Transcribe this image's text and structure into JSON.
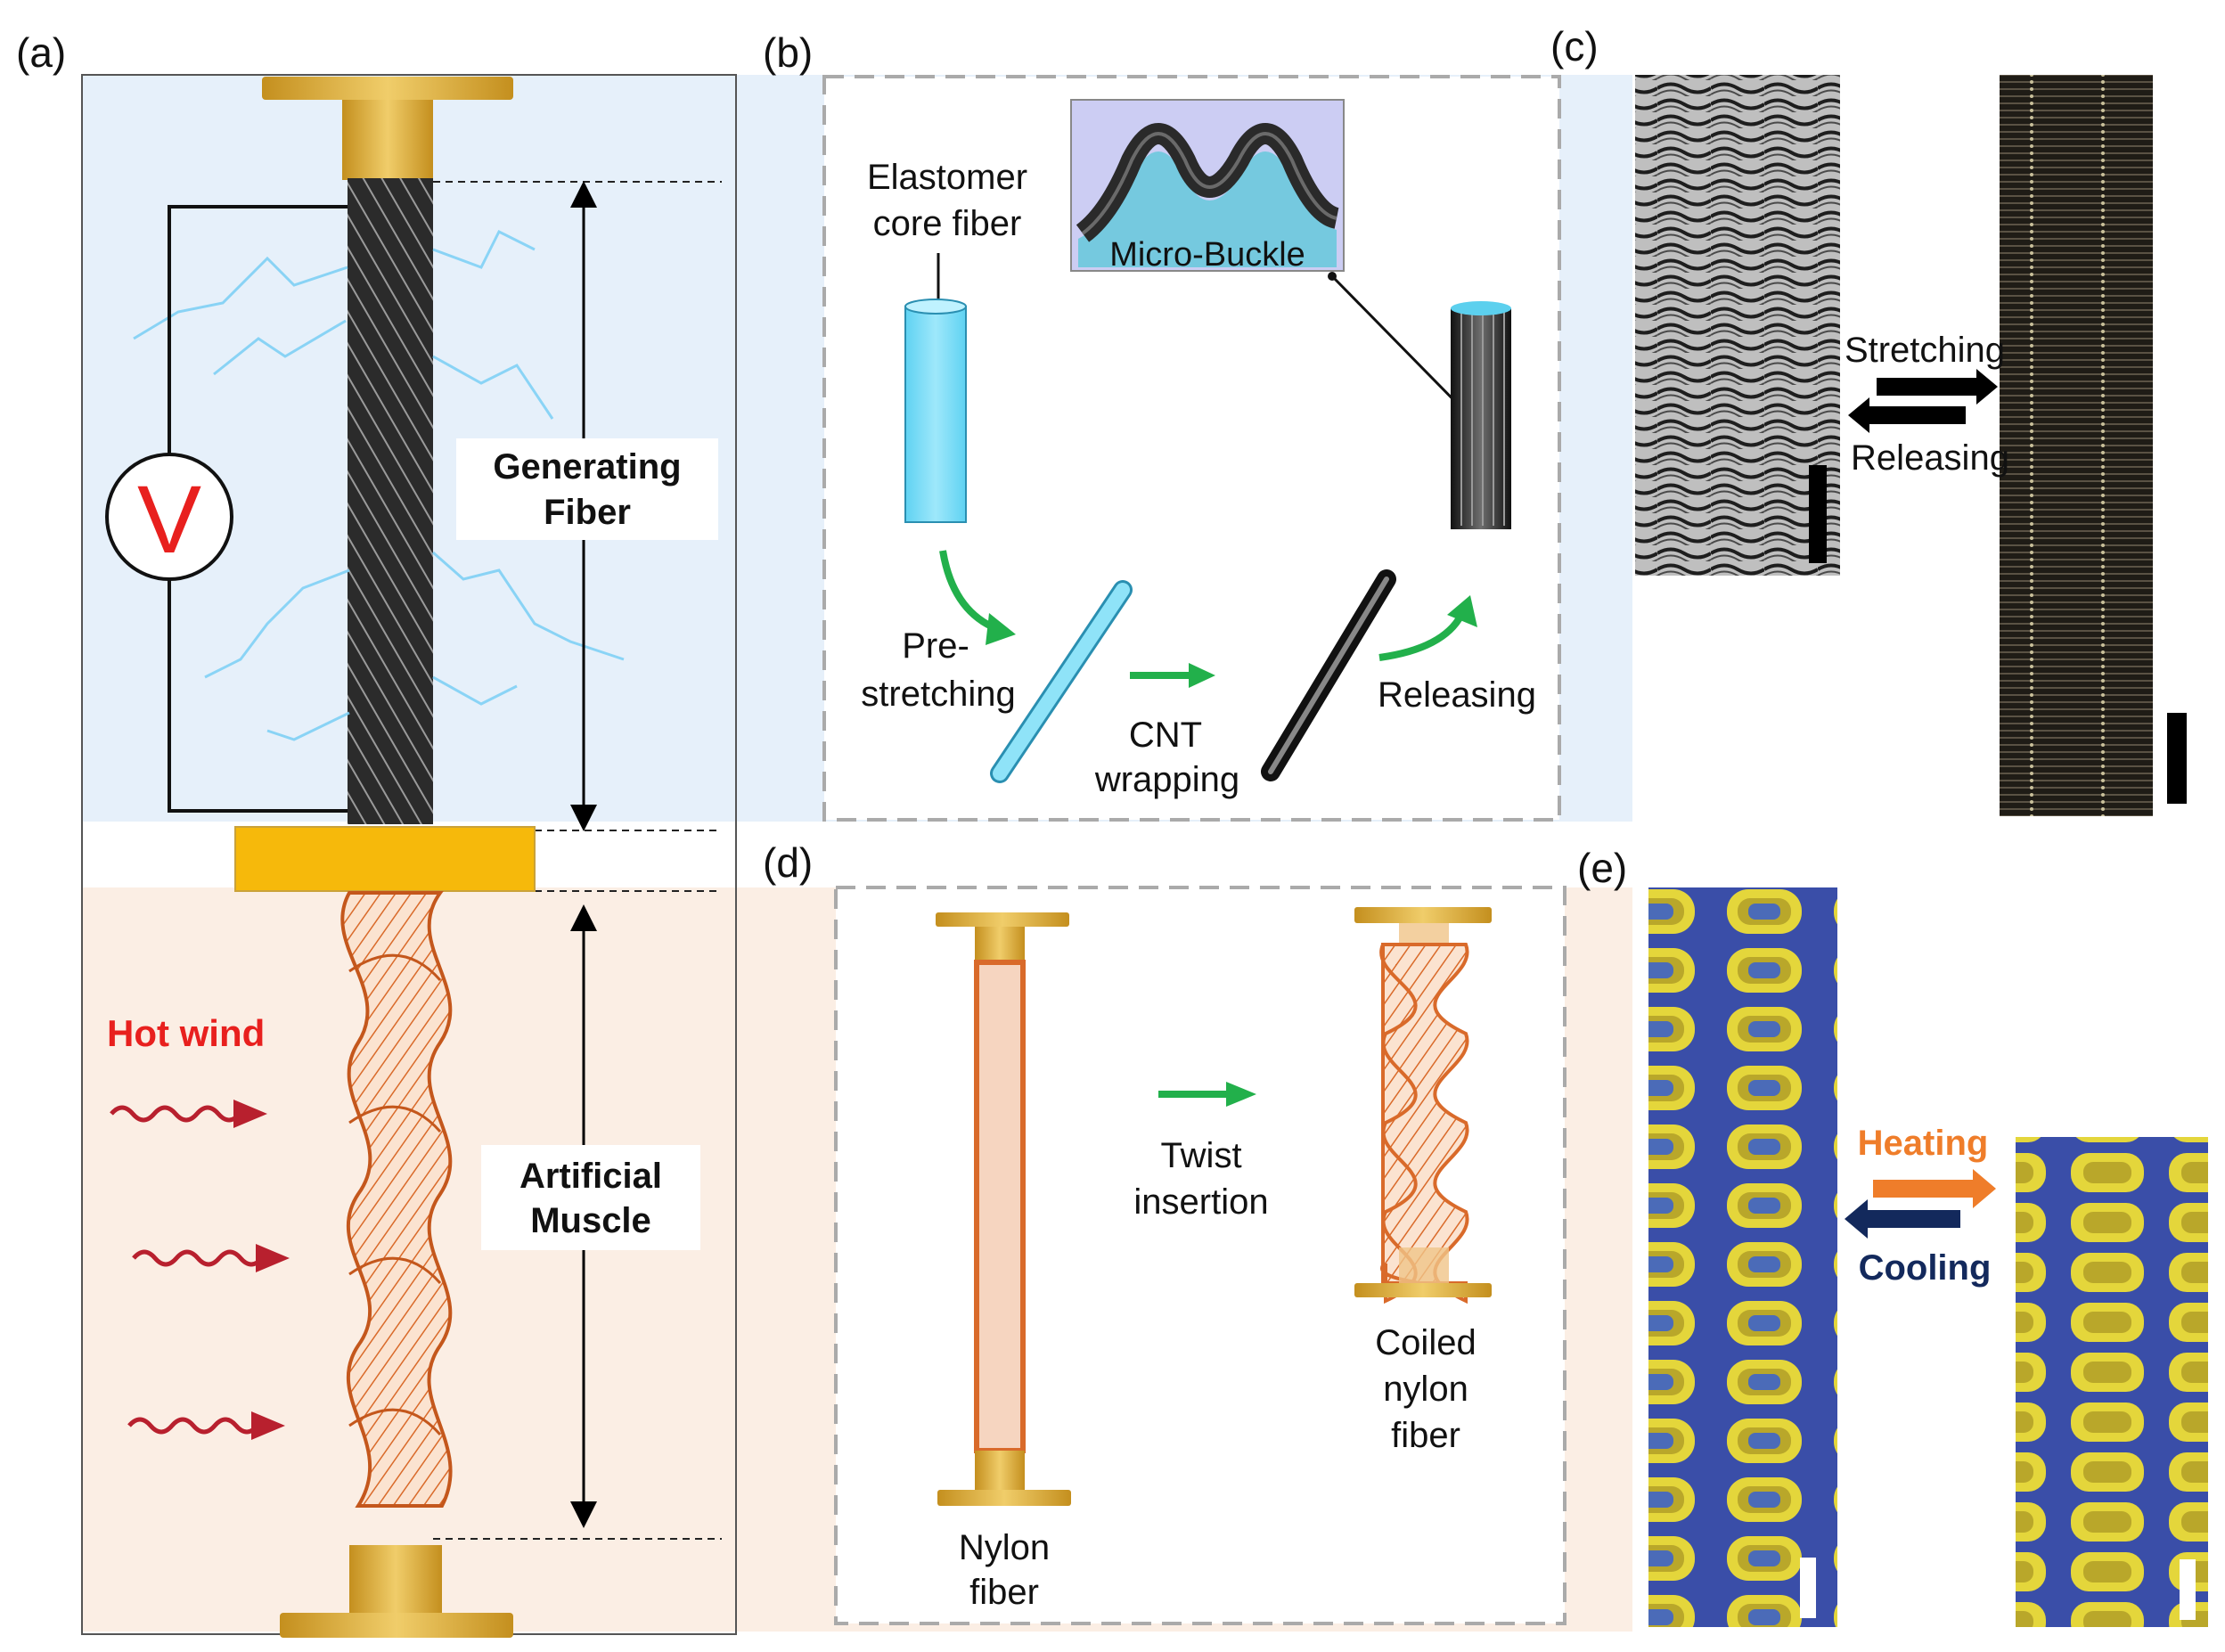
{
  "panels": {
    "a": {
      "label": "(a)",
      "voltmeter": "V",
      "generating_line1": "Generating",
      "generating_line2": "Fiber",
      "hot_wind": "Hot wind",
      "muscle_line1": "Artificial",
      "muscle_line2": "Muscle"
    },
    "b": {
      "label": "(b)",
      "core_line1": "Elastomer",
      "core_line2": "core fiber",
      "micro_buckle": "Micro-Buckle",
      "pre_line1": "Pre-",
      "pre_line2": "stretching",
      "cnt_line1": "CNT",
      "cnt_line2": "wrapping",
      "releasing": "Releasing"
    },
    "c": {
      "label": "(c)",
      "stretching": "Stretching",
      "releasing": "Releasing"
    },
    "d": {
      "label": "(d)",
      "twist_line1": "Twist",
      "twist_line2": "insertion",
      "nylon_line1": "Nylon",
      "nylon_line2": "fiber",
      "coiled_line1": "Coiled",
      "coiled_line2": "nylon",
      "coiled_line3": "fiber"
    },
    "e": {
      "label": "(e)",
      "heating": "Heating",
      "cooling": "Cooling"
    }
  },
  "colors": {
    "gen_bg": "#e6f0fa",
    "muscle_bg": "#fbeee4",
    "gold": "#e2b23c",
    "gold_dark": "#c48f1e",
    "hot_text": "#e8201e",
    "wave": "#b8202e",
    "nylon": "#d96a2a",
    "green_arrow": "#22b04b",
    "heating": "#ef7d2a",
    "cooling": "#13295c"
  }
}
